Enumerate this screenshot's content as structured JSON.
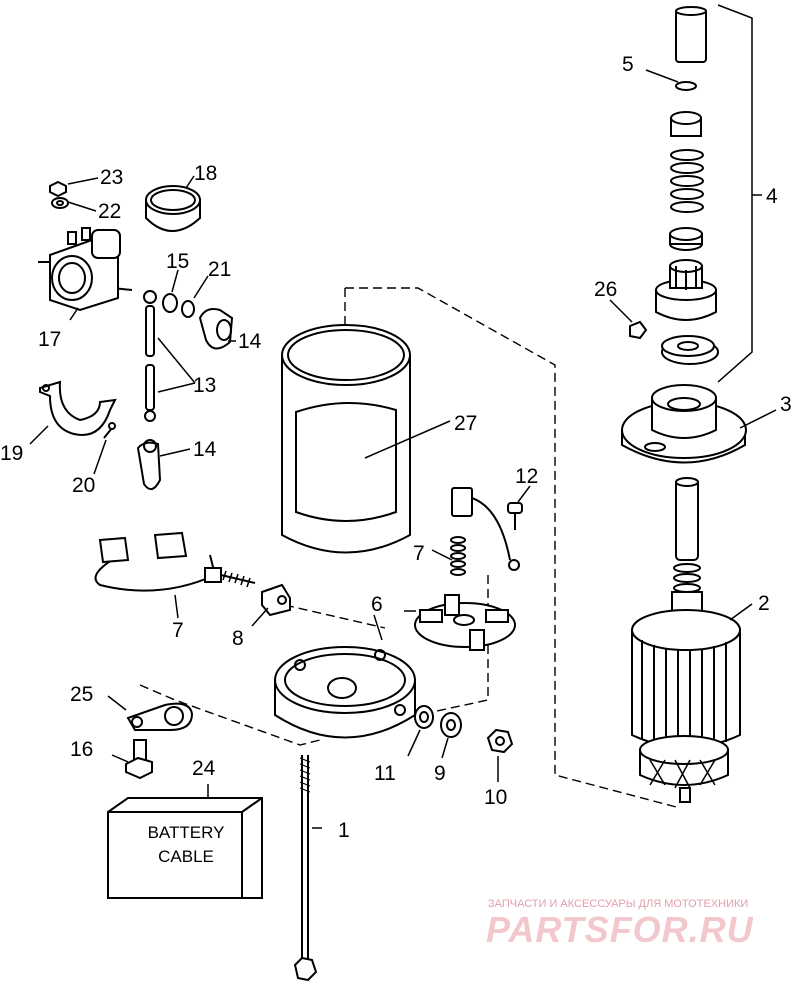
{
  "callouts": [
    {
      "id": "c1",
      "text": "1"
    },
    {
      "id": "c2",
      "text": "2"
    },
    {
      "id": "c3",
      "text": "3"
    },
    {
      "id": "c4",
      "text": "4"
    },
    {
      "id": "c5",
      "text": "5"
    },
    {
      "id": "c6",
      "text": "6"
    },
    {
      "id": "c7a",
      "text": "7"
    },
    {
      "id": "c7b",
      "text": "7"
    },
    {
      "id": "c8",
      "text": "8"
    },
    {
      "id": "c9",
      "text": "9"
    },
    {
      "id": "c10",
      "text": "10"
    },
    {
      "id": "c11",
      "text": "11"
    },
    {
      "id": "c12",
      "text": "12"
    },
    {
      "id": "c13",
      "text": "13"
    },
    {
      "id": "c14a",
      "text": "14"
    },
    {
      "id": "c14b",
      "text": "14"
    },
    {
      "id": "c15",
      "text": "15"
    },
    {
      "id": "c16",
      "text": "16"
    },
    {
      "id": "c17",
      "text": "17"
    },
    {
      "id": "c18",
      "text": "18"
    },
    {
      "id": "c19",
      "text": "19"
    },
    {
      "id": "c20",
      "text": "20"
    },
    {
      "id": "c21",
      "text": "21"
    },
    {
      "id": "c22",
      "text": "22"
    },
    {
      "id": "c23",
      "text": "23"
    },
    {
      "id": "c24",
      "text": "24"
    },
    {
      "id": "c25",
      "text": "25"
    },
    {
      "id": "c26",
      "text": "26"
    },
    {
      "id": "c27",
      "text": "27"
    }
  ],
  "battery_box": {
    "line1": "BATTERY",
    "line2": "CABLE"
  },
  "watermark": {
    "tagline": "ЗАПЧАСТИ И АКСЕССУАРЫ ДЛЯ МОТОТЕХНИКИ",
    "brand": "PARTSFOR.RU"
  }
}
